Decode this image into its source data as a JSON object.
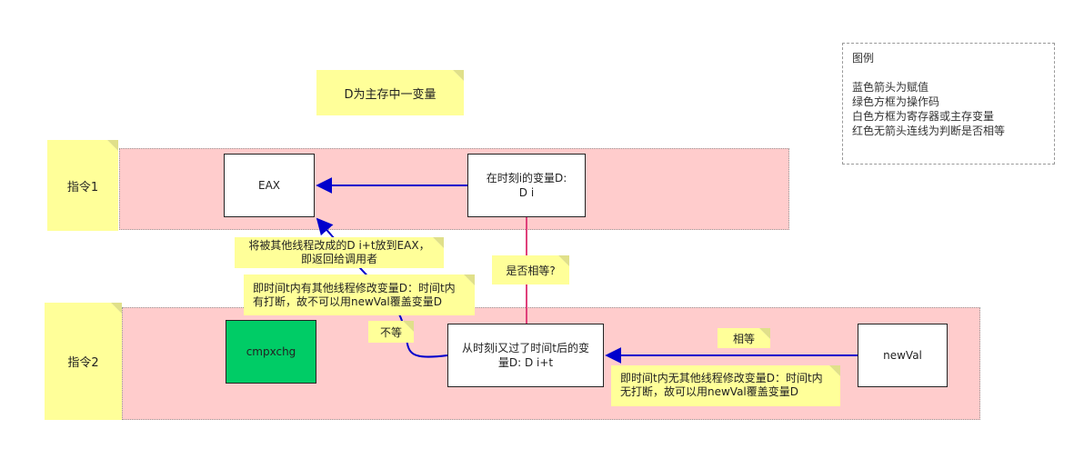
{
  "notes": {
    "d_main_memory": "D为主存中一变量",
    "instruction1": "指令1",
    "instruction2": "指令2",
    "put_to_eax": "将被其他线程改成的D i+t放到EAX，\n即返回给调用者",
    "equal_question": "是否相等?",
    "modified_note": "即时间t内有其他线程修改变量D：时间t内\n有打断，故不可以用newVal覆盖变量D",
    "not_equal": "不等",
    "equal": "相等",
    "unmodified_note": "即时间t内无其他线程修改变量D：时间t内\n无打断，故可以用newVal覆盖变量D"
  },
  "boxes": {
    "eax": "EAX",
    "d_at_i": "在时刻i的变量D:\nD i",
    "cmpxchg": "cmpxchg",
    "d_after_t": "从时刻i又过了时间t后的变\n量D:     D i+t",
    "newval": "newVal"
  },
  "legend": {
    "title": "图例",
    "lines": [
      "蓝色箭头为赋值",
      "绿色方框为操作码",
      "白色方框为寄存器或主存变量",
      "红色无箭头连线为判断是否相等"
    ]
  },
  "colors": {
    "zone_fill": "#ffcccc",
    "note_fill": "#ffff99",
    "arrow_blue": "#0000cc",
    "line_red": "#e0407a",
    "opcode_green": "#00cc66"
  }
}
